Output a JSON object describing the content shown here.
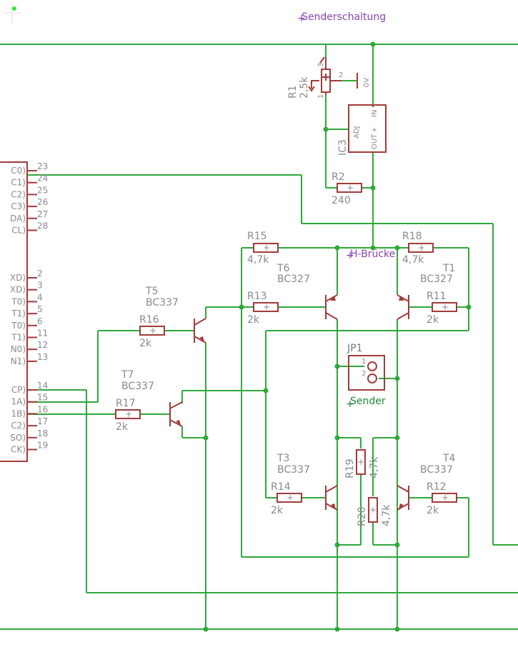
{
  "title": "Senderschaltung",
  "hbridge_label": "H-Brücke",
  "connector": {
    "pin_numbers": [
      "23",
      "24",
      "25",
      "26",
      "27",
      "28",
      "2",
      "3",
      "4",
      "5",
      "6",
      "11",
      "12",
      "13",
      "14",
      "15",
      "16",
      "17",
      "18",
      "19"
    ],
    "pin_names": [
      "C0)",
      "C1)",
      "C2)",
      "C3)",
      "DA)",
      "CL)",
      "XD)",
      "XD)",
      "T0)",
      "T1)",
      "T0)",
      "T1)",
      "N0)",
      "N1)",
      "CP)",
      "1A)",
      "1B)",
      "C2)",
      "SO)",
      "CK)"
    ]
  },
  "r1": {
    "name": "R1",
    "value": "2,5k",
    "pin1": "1",
    "pin2": "2",
    "pin3": "3",
    "gnd": "0V"
  },
  "ic3": {
    "name": "IC3",
    "adj": "ADJ",
    "out": "OUT",
    "in": "IN",
    "plus": "+"
  },
  "r2": {
    "name": "R2",
    "value": "240"
  },
  "r15": {
    "name": "R15",
    "value": "4,7k"
  },
  "r18": {
    "name": "R18",
    "value": "4,7k"
  },
  "r13": {
    "name": "R13",
    "value": "2k"
  },
  "r11": {
    "name": "R11",
    "value": "2k"
  },
  "r16": {
    "name": "R16",
    "value": "2k"
  },
  "r17": {
    "name": "R17",
    "value": "2k"
  },
  "r14": {
    "name": "R14",
    "value": "2k"
  },
  "r12": {
    "name": "R12",
    "value": "2k"
  },
  "r19": {
    "name": "R19",
    "value": "4,7k"
  },
  "r20": {
    "name": "R20",
    "value": "4,7k"
  },
  "t1": {
    "name": "T1",
    "type": "BC327"
  },
  "t6": {
    "name": "T6",
    "type": "BC327"
  },
  "t3": {
    "name": "T3",
    "type": "BC337"
  },
  "t4": {
    "name": "T4",
    "type": "BC337"
  },
  "t5": {
    "name": "T5",
    "type": "BC337"
  },
  "t7": {
    "name": "T7",
    "type": "BC337"
  },
  "jp1": {
    "name": "JP1",
    "label": "Sender",
    "pin1": "1",
    "pin2": "2"
  },
  "colors": {
    "wire": "#2fa83a",
    "part": "#a23a3a",
    "text": "#8a8a8a",
    "sheet": "#8844aa"
  }
}
